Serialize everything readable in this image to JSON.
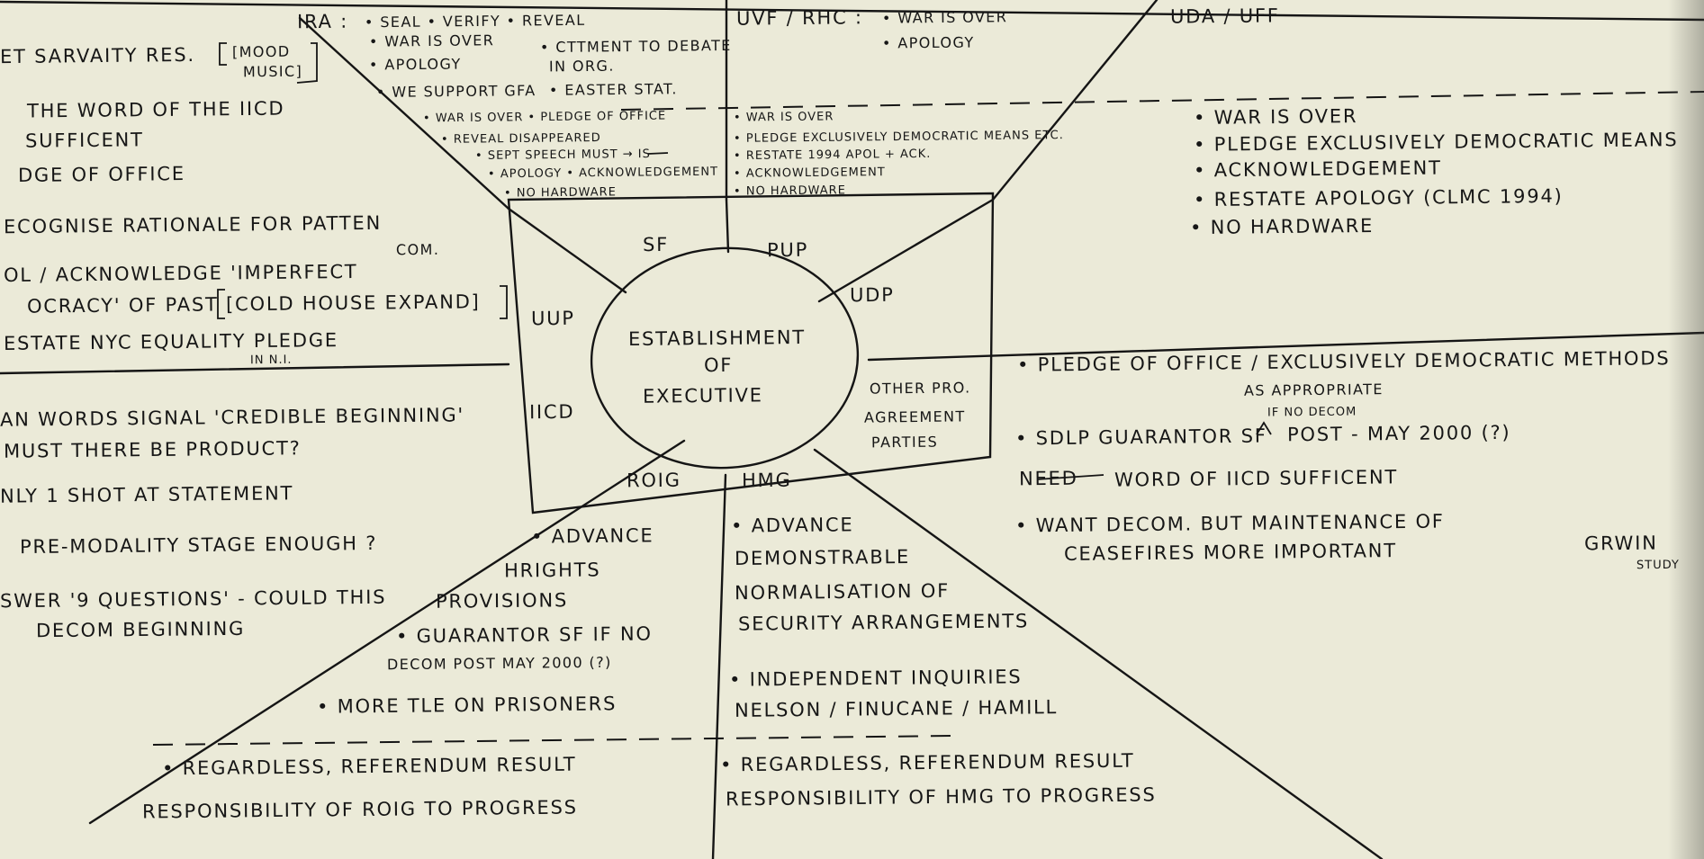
{
  "document": {
    "ira_header": "IRA :",
    "uvf_header": "UVF / RHC :",
    "uda_header": "UDA / UFF",
    "ira_items": {
      "seal": "• SEAL • VERIFY • REVEAL",
      "war_over": "• WAR IS OVER",
      "commitment": "• CTTMENT TO DEBATE",
      "in_org": "IN ORG.",
      "apology": "• APOLOGY",
      "support_gfa": "• WE SUPPORT GFA",
      "easter": "• EASTER STAT."
    },
    "uvf_items": {
      "war_over": "• WAR IS OVER",
      "apology": "• APOLOGY"
    },
    "left_column": {
      "line1": "ET SARVAITY RES.",
      "mood": "[MOOD",
      "music": "MUSIC]",
      "line2": "THE WORD OF THE IICD",
      "line3": "SUFFICENT",
      "line4": "DGE OF OFFICE",
      "line5": "ECOGNISE RATIONALE FOR PATTEN",
      "line5b": "COM.",
      "line6": "OL / ACKNOWLEDGE 'IMPERFECT",
      "line7": "OCRACY' OF PAST [COLD HOUSE EXPAND]",
      "line8": "ESTATE NYC EQUALITY PLEDGE",
      "line8b": "IN N.I."
    },
    "upper_left_wedge": {
      "l1": "• WAR IS OVER • PLEDGE OF OFFICE",
      "l2": "• REVEAL DISAPPEARED",
      "l3": "• SEPT SPEECH MUST → IS",
      "l4": "• APOLOGY • ACKNOWLEDGEMENT",
      "l5": "• NO HARDWARE"
    },
    "upper_right_wedge": {
      "l1": "• WAR IS OVER",
      "l2": "• PLEDGE EXCLUSIVELY DEMOCRATIC MEANS ETC.",
      "l3": "• RESTATE 1994 APOL + ACK.",
      "l4": "• ACKNOWLEDGEMENT",
      "l5": "• NO HARDWARE"
    },
    "uda_items": {
      "l1": "• WAR IS OVER",
      "l2": "• PLEDGE EXCLUSIVELY DEMOCRATIC MEANS",
      "l3": "• ACKNOWLEDGEMENT",
      "l4": "• RESTATE APOLOGY (CLMC 1994)",
      "l5": "• NO HARDWARE"
    },
    "box_labels": {
      "sf": "SF",
      "pup": "PUP",
      "udp": "UDP",
      "uup": "UUP",
      "iicd": "IICD",
      "roig": "ROIG",
      "hmg": "HMG",
      "other1": "OTHER PRO.",
      "other2": "AGREEMENT",
      "other3": "PARTIES"
    },
    "center": {
      "l1": "ESTABLISHMENT",
      "l2": "OF",
      "l3": "EXECUTIVE"
    },
    "right_block": {
      "l1": "• PLEDGE OF OFFICE / EXCLUSIVELY DEMOCRATIC METHODS",
      "l2": "AS APPROPRIATE",
      "l3": "• SDLP GUARANTOR SF",
      "l3_insert": "IF NO DECOM",
      "l3b": "POST - MAY 2000 (?)",
      "l4_struck": "NEED",
      "l4": "WORD OF IICD SUFFICENT",
      "l5": "• WANT DECOM. BUT MAINTENANCE OF",
      "l6": "CEASEFIRES MORE IMPORTANT",
      "l6b": "GRWIN",
      "l6c": "STUDY"
    },
    "mid_left": {
      "l1": "AN WORDS SIGNAL 'CREDIBLE BEGINNING'",
      "l2": "MUST THERE BE PRODUCT?",
      "l3": "NLY 1 SHOT AT STATEMENT",
      "l4": "PRE-MODALITY STAGE ENOUGH ?",
      "l5": "SWER '9 QUESTIONS' - COULD THIS",
      "l6": "DECOM BEGINNING"
    },
    "roig_wedge": {
      "l1": "• ADVANCE",
      "l2": "HRIGHTS",
      "l3": "PROVISIONS",
      "l4": "• GUARANTOR SF IF NO",
      "l5": "DECOM POST MAY 2000 (?)",
      "l6": "• MORE TLE ON PRISONERS"
    },
    "hmg_wedge": {
      "l1": "• ADVANCE",
      "l2": "DEMONSTRABLE",
      "l3": "NORMALISATION OF",
      "l4": "SECURITY ARRANGEMENTS",
      "l5": "• INDEPENDENT INQUIRIES",
      "l6": "NELSON / FINUCANE / HAMILL"
    },
    "bottom": {
      "left1": "• REGARDLESS, REFERENDUM RESULT",
      "left2": "RESPONSIBILITY OF ROIG TO PROGRESS",
      "right1": "• REGARDLESS, REFERENDUM RESULT",
      "right2": "RESPONSIBILITY OF HMG TO PROGRESS"
    }
  },
  "colors": {
    "paper": "#ebead8",
    "ink": "#161616"
  }
}
